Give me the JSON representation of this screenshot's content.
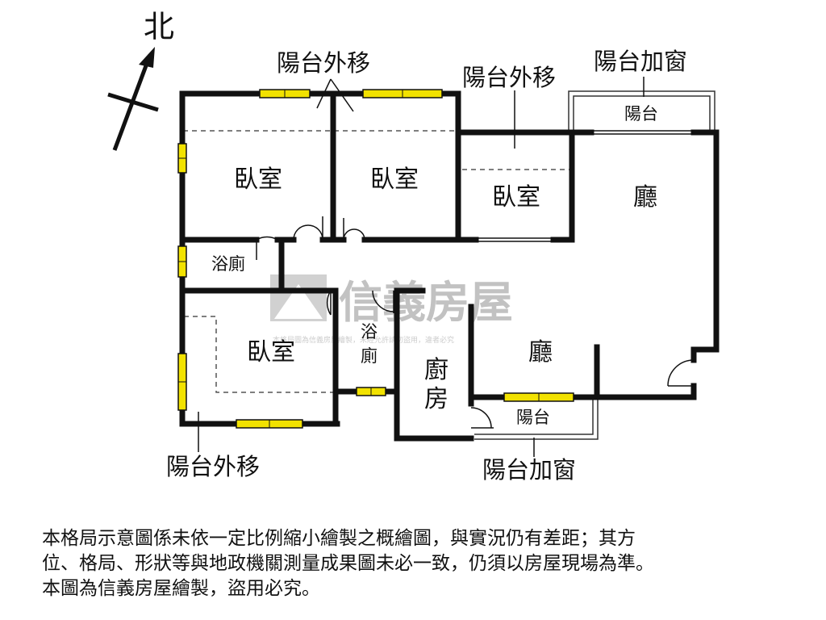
{
  "compass": {
    "label": "北"
  },
  "labels": {
    "balcony_move_top": "陽台外移",
    "balcony_move_mid": "陽台外移",
    "balcony_window_top": "陽台加窗",
    "balcony_top": "陽台",
    "bedroom_1": "臥室",
    "bedroom_2": "臥室",
    "bedroom_3": "臥室",
    "bedroom_4": "臥室",
    "living_top": "廳",
    "living_bottom": "廳",
    "bath_1": "浴廁",
    "bath_2_line1": "浴",
    "bath_2_line2": "廁",
    "kitchen_line1": "廚",
    "kitchen_line2": "房",
    "balcony_bottom": "陽台",
    "balcony_move_bottom": "陽台外移",
    "balcony_window_bottom": "陽台加窗"
  },
  "watermark": {
    "brand": "信義房屋",
    "notice": "本格局圖為信義房屋繪製，未經允許請勿盜用，違者必究"
  },
  "disclaimer": {
    "line1": "本格局示意圖係未依一定比例縮小繪製之概繪圖，與實況仍有差距；其方",
    "line2": "位、格局、形狀等與地政機關測量成果圖未必一致，仍須以房屋現場為準。",
    "line3": "本圖為信義房屋繪製，盜用必究。"
  }
}
